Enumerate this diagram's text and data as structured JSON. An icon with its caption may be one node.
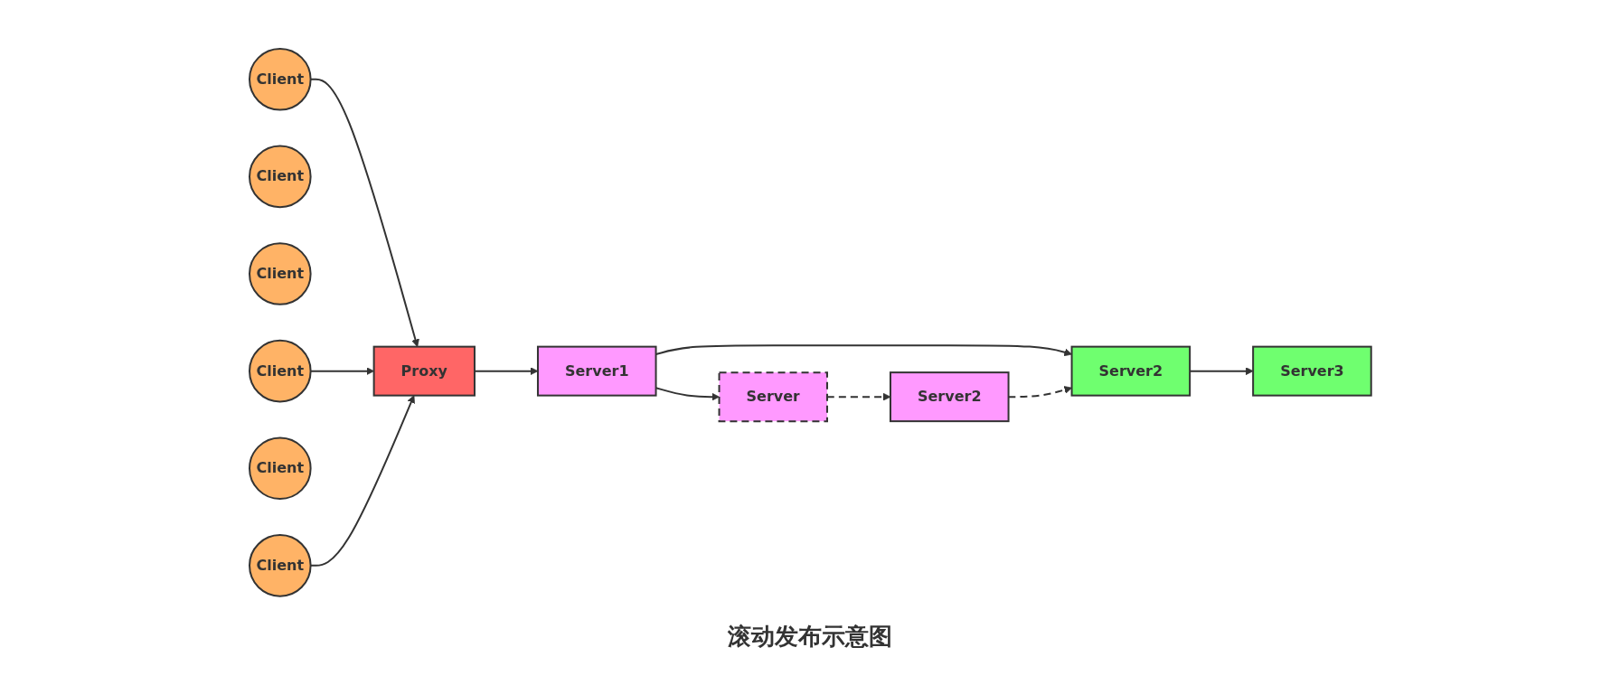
{
  "diagram": {
    "caption": "滚动发布示意图",
    "nodes": [
      {
        "text": [
          "Client"
        ]
      },
      {
        "text": [
          "Client"
        ]
      },
      {
        "text": [
          "Client"
        ]
      },
      {
        "text": [
          "Client"
        ]
      },
      {
        "text": [
          "Client"
        ]
      },
      {
        "text": [
          "Client"
        ]
      },
      {
        "text": [
          "Proxy"
        ]
      },
      {
        "text": [
          "Server1"
        ]
      },
      {
        "text": [
          "Server2"
        ]
      },
      {
        "text": [
          "Server3"
        ]
      },
      {
        "text": [
          "Server"
        ]
      },
      {
        "text": [
          "Server2"
        ]
      }
    ],
    "edges": [
      {
        "from": 0,
        "to": 6,
        "arrow": "to"
      },
      {
        "from": 3,
        "to": 6,
        "arrow": "to"
      },
      {
        "from": 5,
        "to": 6,
        "arrow": "to"
      },
      {
        "from": 6,
        "to": 7,
        "arrow": "to"
      },
      {
        "from": 7,
        "to": 8,
        "arrow": "to"
      },
      {
        "from": 8,
        "to": 9,
        "arrow": "to"
      },
      {
        "from": 7,
        "to": 10,
        "arrow": "to"
      },
      {
        "from": 10,
        "to": 11,
        "arrow": "to",
        "style": "dashed"
      },
      {
        "from": 11,
        "to": 8,
        "arrow": "to",
        "style": "dashed"
      }
    ]
  }
}
